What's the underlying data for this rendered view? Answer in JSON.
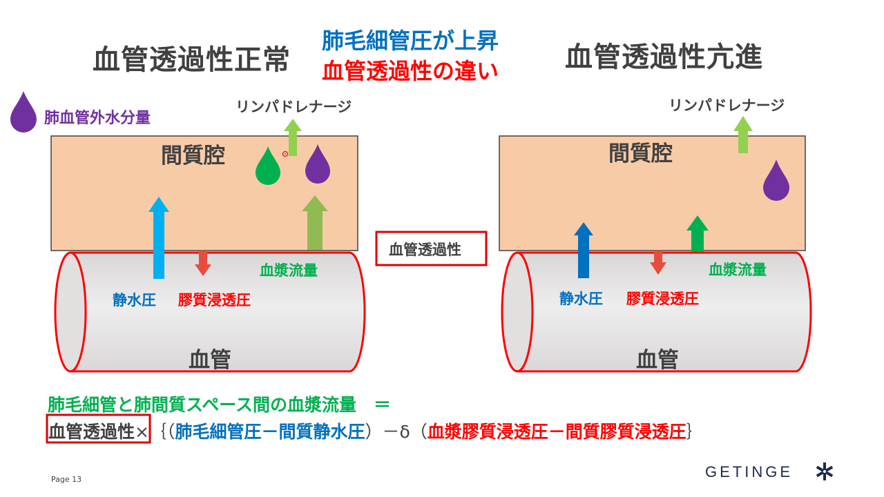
{
  "titles": {
    "left": "血管透過性正常",
    "center_line1": "肺毛細管圧が上昇",
    "center_line2": "血管透過性の違い",
    "right": "血管透過性亢進"
  },
  "legend": {
    "label": "肺血管外水分量"
  },
  "left_panel": {
    "lymph": "リンパドレナージ",
    "interstitium": "間質腔",
    "vessel": "血管",
    "hydrostatic": "静水圧",
    "oncotic": "膠質浸透圧",
    "plasma_flow": "血漿流量"
  },
  "right_panel": {
    "lymph": "リンパドレナージ",
    "interstitium": "間質腔",
    "vessel": "血管",
    "hydrostatic": "静水圧",
    "oncotic": "膠質浸透圧",
    "plasma_flow": "血漿流量"
  },
  "center_box": "血管透過性",
  "formula": {
    "line1": "肺毛細管と肺間質スペース間の血漿流量　＝",
    "permeability": "血管透過性",
    "times_open": "×｛（",
    "pressure_diff": "肺毛細管圧－間質静水圧",
    "close_minus_delta": "）－δ（",
    "oncotic_diff": "血漿膠質浸透圧－間質膠質浸透圧",
    "close_brace": "｝"
  },
  "footer": {
    "page": "Page 13",
    "brand": "GETINGE"
  },
  "colors": {
    "blue": "#0070c0",
    "red": "#ff0000",
    "green": "#00b050",
    "purple": "#7030a0",
    "interstitium_fill": "#f8cba7",
    "vessel_fill": "#e7e6e6",
    "gray_text": "#404040"
  }
}
